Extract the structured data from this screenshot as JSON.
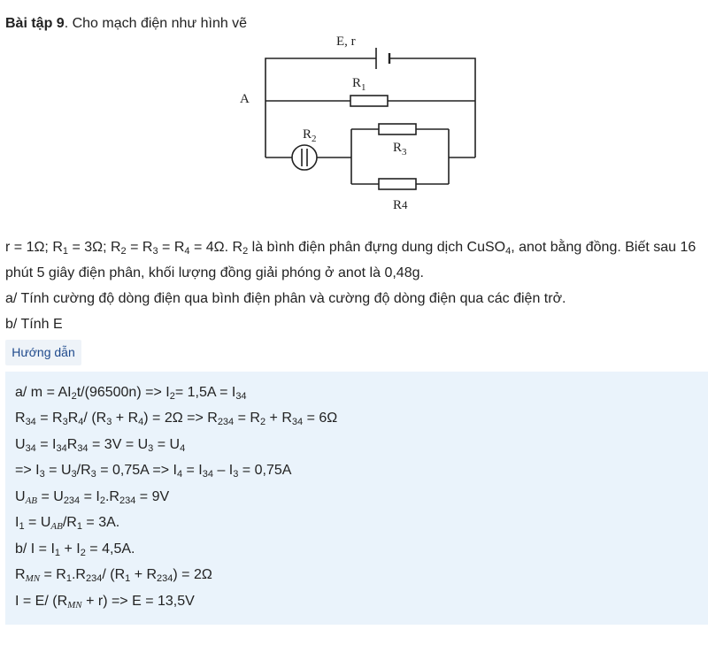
{
  "title": {
    "bold": "Bài tập 9",
    "rest": ". Cho mạch điện như hình vẽ"
  },
  "circuit": {
    "emf_label": "E, r",
    "node_label": "A",
    "r1": "R",
    "r1_sub": "1",
    "r2": "R",
    "r2_sub": "2",
    "r3": "R",
    "r3_sub": "3",
    "r4": "R",
    "r4_sub": "4"
  },
  "problem": {
    "p1": [
      {
        "t": "r = 1Ω; R"
      },
      {
        "s": "1"
      },
      {
        "t": " = 3Ω; R"
      },
      {
        "s": "2"
      },
      {
        "t": " = R"
      },
      {
        "s": "3"
      },
      {
        "t": " = R"
      },
      {
        "s": "4"
      },
      {
        "t": " = 4Ω. R"
      },
      {
        "s": "2"
      },
      {
        "t": " là bình điện phân đựng dung dịch CuSO"
      },
      {
        "s": "4"
      },
      {
        "t": ", anot bằng đồng. Biết sau 16 phút 5 giây điện phân, khối lượng đồng giải phóng ở anot là 0,48g."
      }
    ],
    "p2": "a/ Tính cường độ dòng điện qua bình điện phân và cường độ dòng điện qua các điện trở.",
    "p3": "b/ Tính E"
  },
  "hint_button": "Hướng dẫn",
  "solution": [
    [
      {
        "t": "a/ m = AI"
      },
      {
        "s": "2"
      },
      {
        "t": "t/(96500n) => I"
      },
      {
        "s": "2"
      },
      {
        "t": "= 1,5A = I"
      },
      {
        "s": "34"
      }
    ],
    [
      {
        "t": "R"
      },
      {
        "s": "34"
      },
      {
        "t": " = R"
      },
      {
        "s": "3"
      },
      {
        "t": "R"
      },
      {
        "s": "4"
      },
      {
        "t": "/ (R"
      },
      {
        "s": "3"
      },
      {
        "t": " + R"
      },
      {
        "s": "4"
      },
      {
        "t": ") = 2Ω => R"
      },
      {
        "s": "234"
      },
      {
        "t": " = R"
      },
      {
        "s": "2"
      },
      {
        "t": " + R"
      },
      {
        "s": "34"
      },
      {
        "t": " = 6Ω"
      }
    ],
    [
      {
        "t": "U"
      },
      {
        "s": "34"
      },
      {
        "t": " = I"
      },
      {
        "s": "34"
      },
      {
        "t": "R"
      },
      {
        "s": "34"
      },
      {
        "t": " = 3V = U"
      },
      {
        "s": "3"
      },
      {
        "t": " = U"
      },
      {
        "s": "4"
      }
    ],
    [
      {
        "t": "=> I"
      },
      {
        "s": "3"
      },
      {
        "t": " = U"
      },
      {
        "s": "3"
      },
      {
        "t": "/R"
      },
      {
        "s": "3"
      },
      {
        "t": " = 0,75A => I"
      },
      {
        "s": "4"
      },
      {
        "t": " = I"
      },
      {
        "s": "34"
      },
      {
        "t": " – I"
      },
      {
        "s": "3"
      },
      {
        "t": " = 0,75A"
      }
    ],
    [
      {
        "t": "U"
      },
      {
        "si": "AB"
      },
      {
        "t": " = U"
      },
      {
        "s": "234"
      },
      {
        "t": " = I"
      },
      {
        "s": "2"
      },
      {
        "t": ".R"
      },
      {
        "s": "234"
      },
      {
        "t": " = 9V"
      }
    ],
    [
      {
        "t": "I"
      },
      {
        "s": "1"
      },
      {
        "t": " = U"
      },
      {
        "si": "AB"
      },
      {
        "t": "/R"
      },
      {
        "s": "1"
      },
      {
        "t": " = 3A."
      }
    ],
    [
      {
        "t": "b/ I = I"
      },
      {
        "s": "1"
      },
      {
        "t": " + I"
      },
      {
        "s": "2"
      },
      {
        "t": " = 4,5A."
      }
    ],
    [
      {
        "t": "R"
      },
      {
        "si": "MN"
      },
      {
        "t": " = R"
      },
      {
        "s": "1"
      },
      {
        "t": ".R"
      },
      {
        "s": "234"
      },
      {
        "t": "/ (R"
      },
      {
        "s": "1"
      },
      {
        "t": " + R"
      },
      {
        "s": "234"
      },
      {
        "t": ") = 2Ω"
      }
    ],
    [
      {
        "t": "I = E/ (R"
      },
      {
        "si": "MN"
      },
      {
        "t": " + r) => E = 13,5V"
      }
    ]
  ]
}
